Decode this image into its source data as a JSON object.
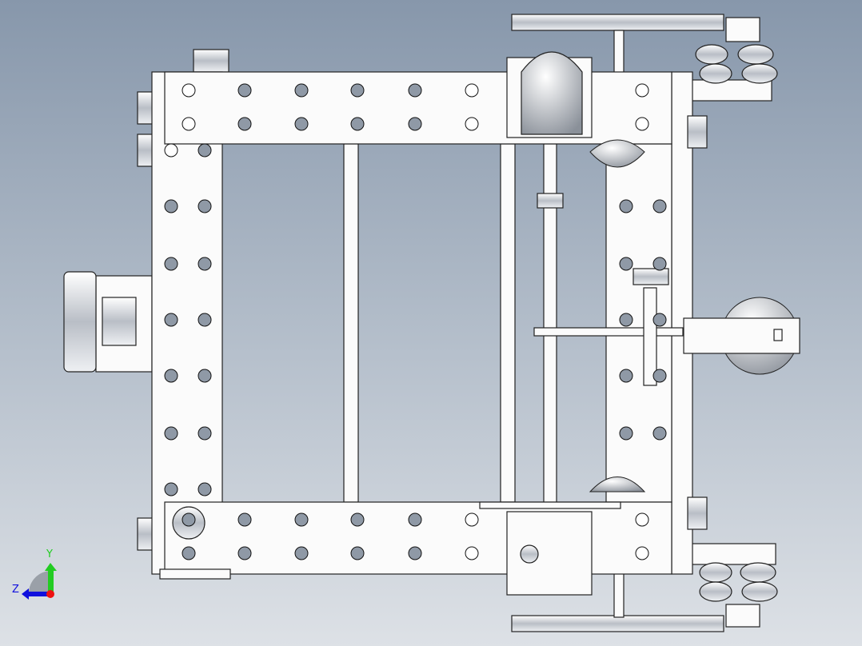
{
  "viewport": {
    "name": "cad-model-viewport"
  },
  "triad": {
    "y_label": "Y",
    "z_label": "Z",
    "y_color": "#22cc22",
    "z_color": "#1010dd",
    "x_color": "#ee1111"
  }
}
